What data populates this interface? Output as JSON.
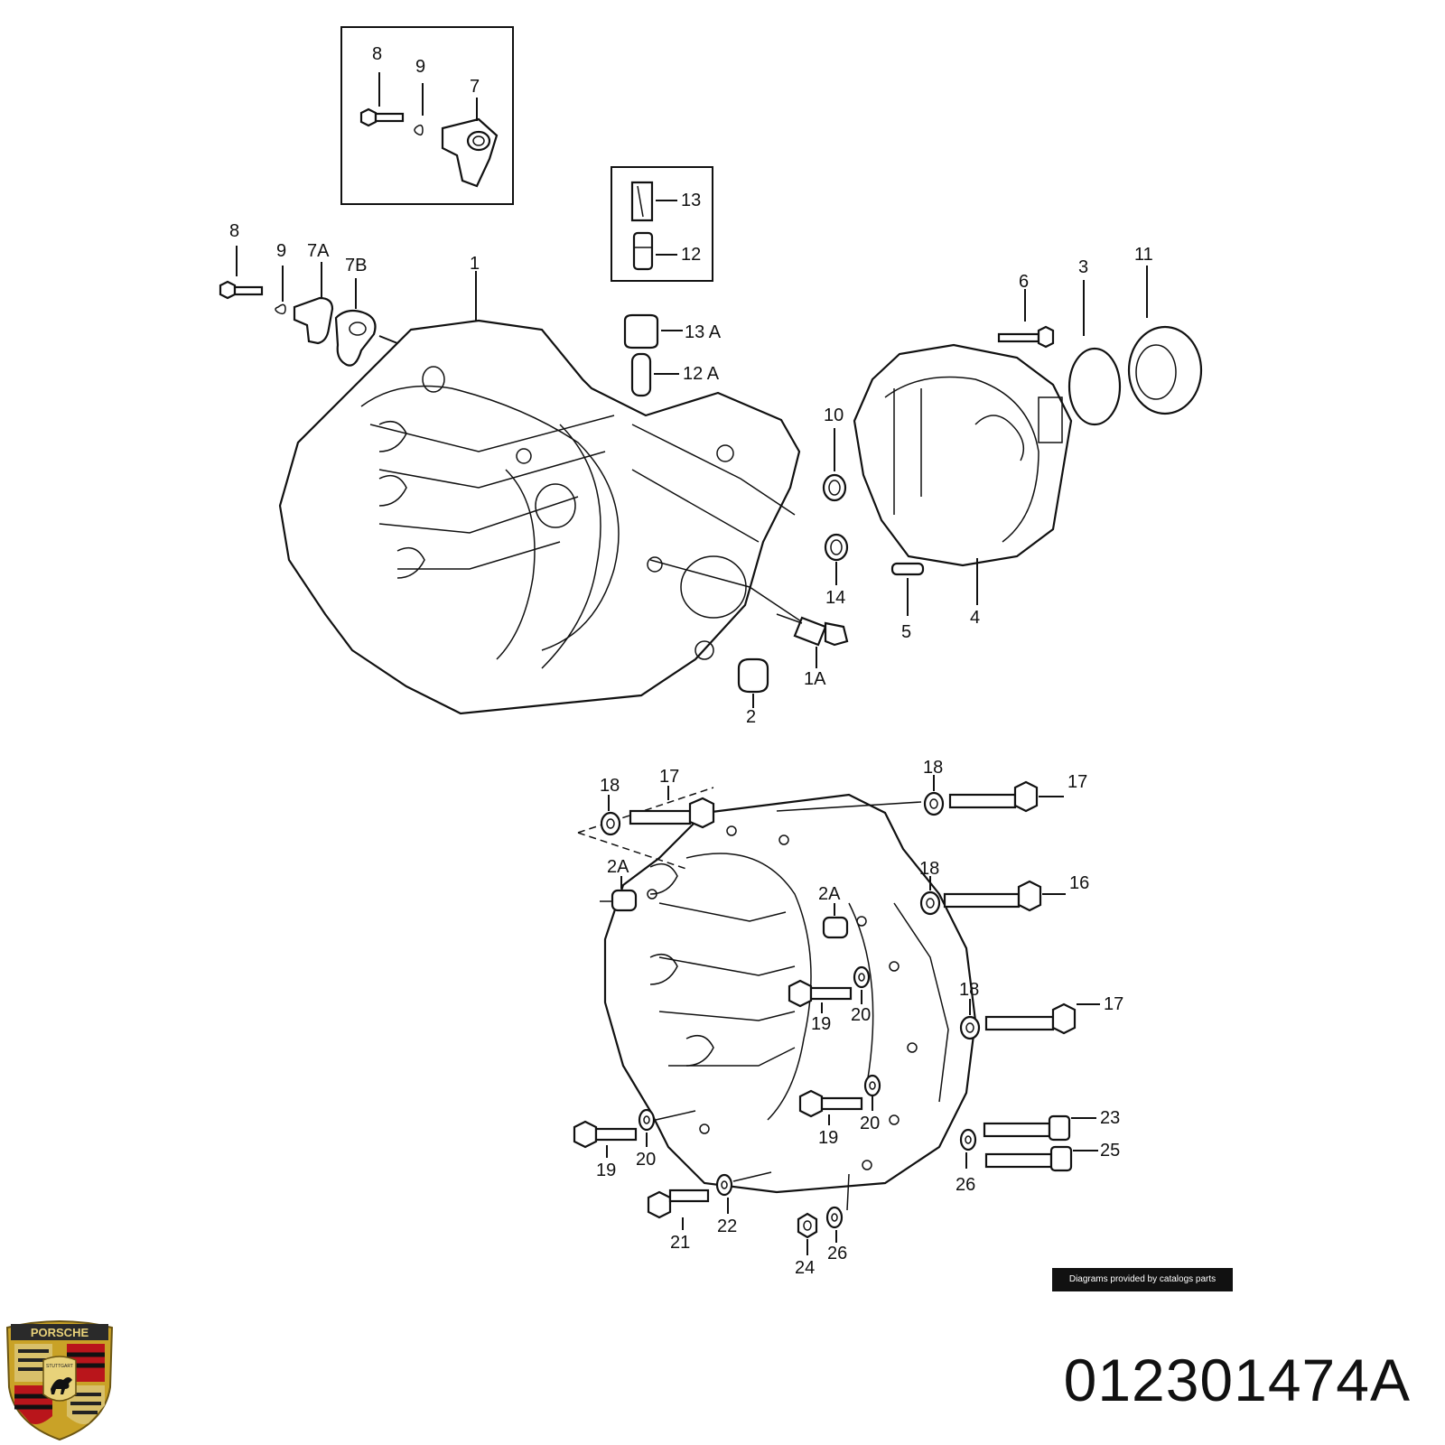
{
  "part_number": "012301474A",
  "credit": "Diagrams provided by catalogs parts",
  "logo": {
    "brand": "PORSCHE",
    "city": "STUTTGART",
    "icon": "porsche-crest-icon"
  },
  "upper_labels": {
    "inset1_8": "8",
    "inset1_9": "9",
    "inset1_7": "7",
    "inset2_13": "13",
    "inset2_12": "12",
    "l8": "8",
    "l9": "9",
    "l7A": "7A",
    "l7B": "7B",
    "l1": "1",
    "l13A": "13 A",
    "l12A": "12 A",
    "l10": "10",
    "l14": "14",
    "l1A": "1A",
    "l2": "2",
    "l6": "6",
    "l3": "3",
    "l11": "11",
    "l5": "5",
    "l4": "4"
  },
  "lower_labels": {
    "a18": "18",
    "a17": "17",
    "b18": "18",
    "b17": "17",
    "c2A": "2A",
    "d2A": "2A",
    "e18": "18",
    "e16": "16",
    "f19": "19",
    "f20": "20",
    "g18": "18",
    "g17": "17",
    "h19": "19",
    "h20": "20",
    "i23": "23",
    "i25": "25",
    "i26": "26",
    "j19": "19",
    "j20": "20",
    "k21": "21",
    "k22": "22",
    "m24": "24",
    "m26": "26"
  }
}
